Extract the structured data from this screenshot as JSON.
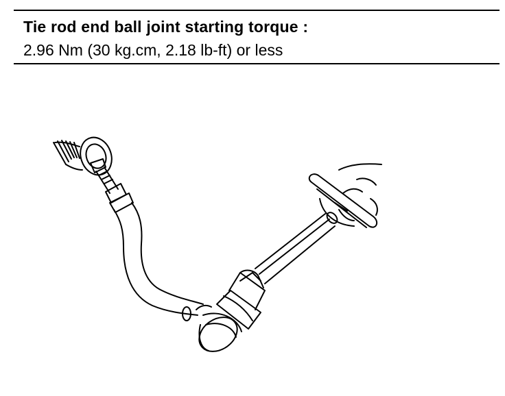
{
  "spec": {
    "title": "Tie rod end ball joint starting torque :",
    "value": "2.96 Nm (30 kg.cm, 2.18 lb-ft) or less"
  },
  "illustration": {
    "parts": [
      "rack-boot",
      "tie-rod",
      "tie-rod-end",
      "ball-joint",
      "torque-wrench",
      "wrench-handle",
      "hand"
    ],
    "ink_color": "#000000"
  }
}
